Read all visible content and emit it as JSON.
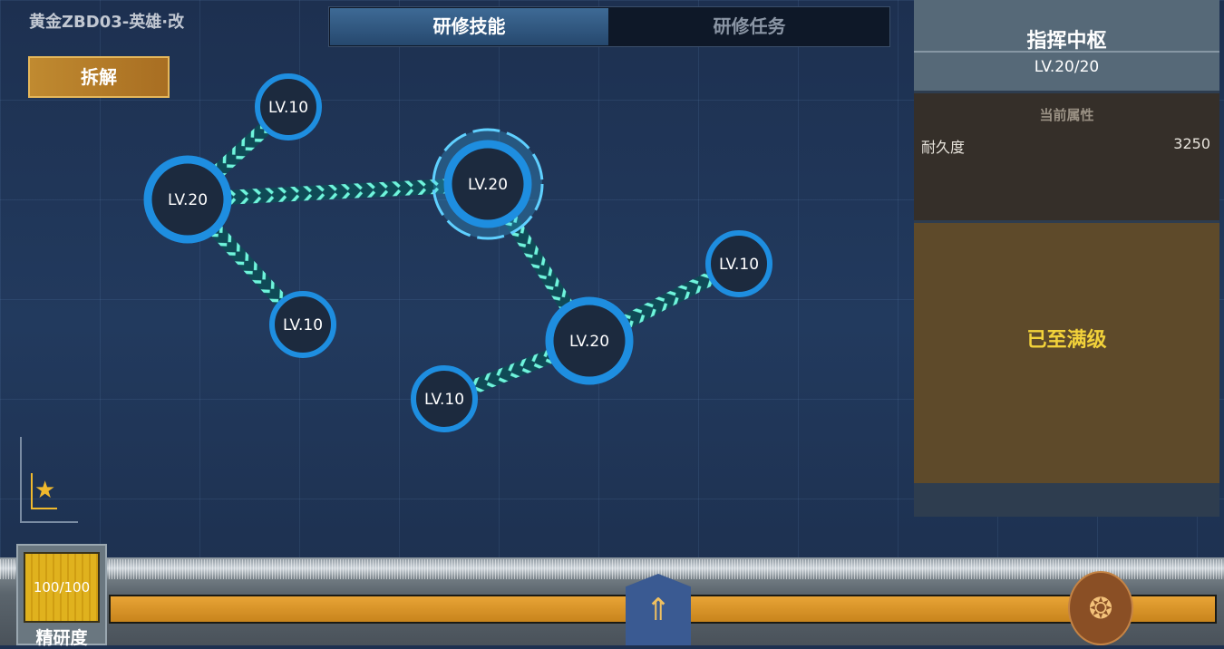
{
  "vehicle_name": "黄金ZBD03-英雄·改",
  "dismantle_label": "拆解",
  "tabs": [
    {
      "label": "研修技能",
      "active": true
    },
    {
      "label": "研修任务",
      "active": false
    }
  ],
  "nodes": [
    {
      "label": "LV.10"
    },
    {
      "label": "LV.20"
    },
    {
      "label": "LV.10"
    },
    {
      "label": "LV.20",
      "selected": true
    },
    {
      "label": "LV.20"
    },
    {
      "label": "LV.10"
    },
    {
      "label": "LV.10"
    }
  ],
  "panel": {
    "name": "指挥中枢",
    "level": "LV.20/20",
    "attr_header": "当前属性",
    "attrs": [
      {
        "name": "耐久度",
        "value": "3250"
      }
    ],
    "status": "已至满级"
  },
  "refine": {
    "label": "精研度",
    "value": "100/100",
    "fraction": 1.0
  },
  "colors": {
    "accent": "#e8a436",
    "link": "#5ff0d8",
    "node_ring": "#1e8ee0",
    "max_text": "#f2d23a"
  }
}
